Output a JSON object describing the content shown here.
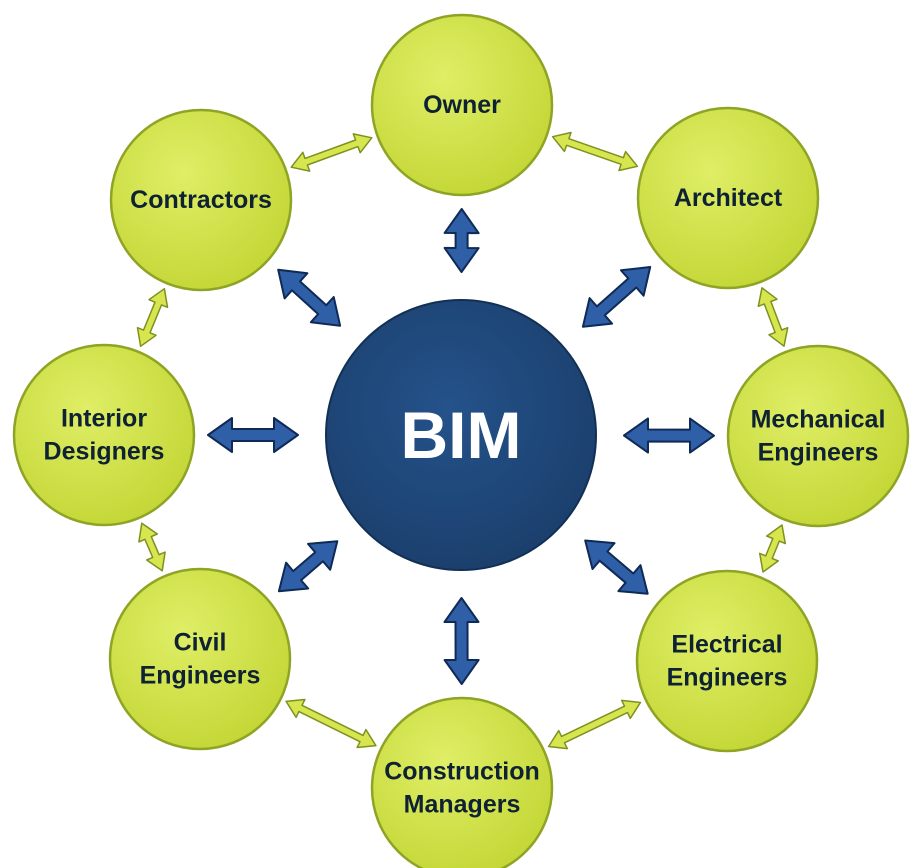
{
  "hub": {
    "label": "BIM",
    "color": "#1e4576"
  },
  "colors": {
    "node_fill": "#cfe241",
    "node_stroke": "#8fa325",
    "ring_arrow_fill": "#d7e64e",
    "ring_arrow_stroke": "#7d9121",
    "spoke_fill": "#2f5fa7",
    "spoke_stroke": "#0f2a55"
  },
  "nodes": [
    {
      "id": "owner",
      "lines": [
        "Owner"
      ]
    },
    {
      "id": "architect",
      "lines": [
        "Architect"
      ]
    },
    {
      "id": "mechanical-engineers",
      "lines": [
        "Mechanical",
        "Engineers"
      ]
    },
    {
      "id": "electrical-engineers",
      "lines": [
        "Electrical",
        "Engineers"
      ]
    },
    {
      "id": "construction-managers",
      "lines": [
        "Construction",
        "Managers"
      ]
    },
    {
      "id": "civil-engineers",
      "lines": [
        "Civil",
        "Engineers"
      ]
    },
    {
      "id": "interior-designers",
      "lines": [
        "Interior",
        "Designers"
      ]
    },
    {
      "id": "contractors",
      "lines": [
        "Contractors"
      ]
    }
  ],
  "connections": {
    "ring": "bidirectional between adjacent stakeholders",
    "spokes": "bidirectional between BIM and each stakeholder"
  }
}
